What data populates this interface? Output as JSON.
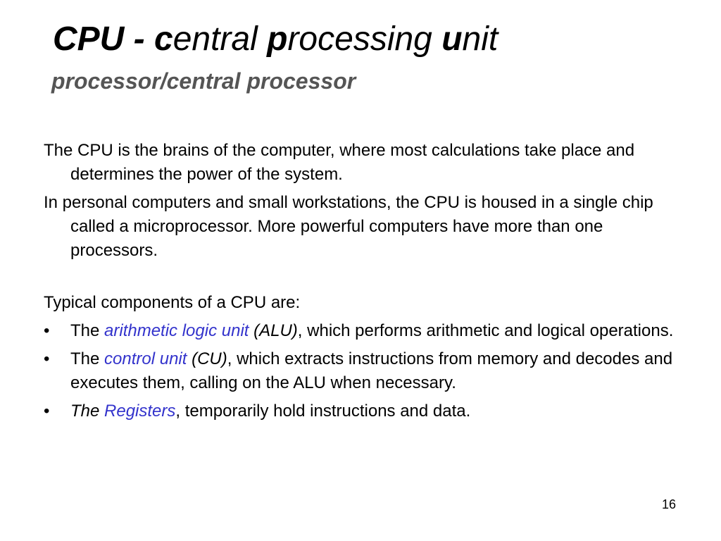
{
  "title": {
    "cpu": "CPU - ",
    "c": "c",
    "entral": "entral ",
    "p": "p",
    "rocessing": "rocessing ",
    "u": "u",
    "nit": "nit"
  },
  "subtitle": "processor/central processor",
  "paragraphs": [
    "The CPU is the brains of the computer, where most calculations take place and determines the power of the system.",
    "In personal computers and small workstations, the CPU is housed in a single chip called a microprocessor.  More powerful computers have more than one processors."
  ],
  "components_intro": "Typical components of a CPU are:",
  "bullet_symbol": "•",
  "bullets": [
    {
      "lead": "The ",
      "term": "arithmetic logic unit",
      "abbr": " (ALU)",
      "rest": ", which performs arithmetic and logical operations."
    },
    {
      "lead": "The ",
      "term": "control unit",
      "abbr": " (CU)",
      "rest": ", which extracts instructions from memory and decodes and executes them, calling on the ALU when necessary."
    },
    {
      "lead": "The ",
      "term": "Registers",
      "rest": ", temporarily hold instructions and data."
    }
  ],
  "page_number": "16",
  "colors": {
    "term": "#3333cc",
    "subtitle": "#555555"
  }
}
